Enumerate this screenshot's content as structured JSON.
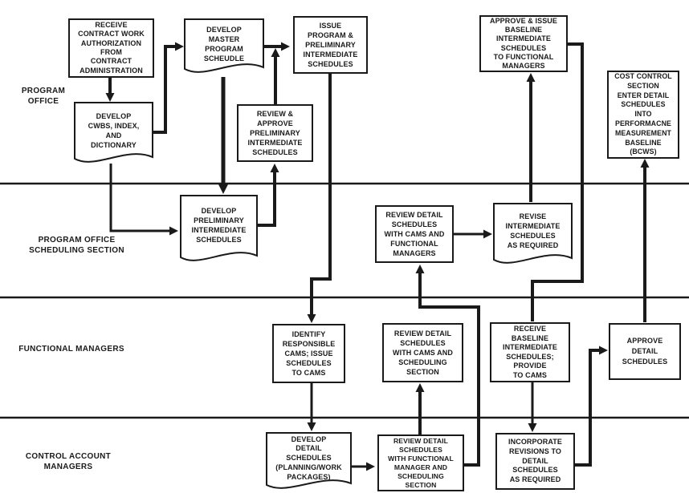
{
  "diagram": {
    "kind": "flowchart-swimlane",
    "line_color": "#1a1a1a",
    "background": "#ffffff",
    "lanes": [
      {
        "id": "program_office",
        "label": "PROGRAM\nOFFICE"
      },
      {
        "id": "program_office_scheduling",
        "label": "PROGRAM OFFICE\nSCHEDULING SECTION"
      },
      {
        "id": "functional_managers",
        "label": "FUNCTIONAL MANAGERS"
      },
      {
        "id": "control_account_managers",
        "label": "CONTROL ACCOUNT\nMANAGERS"
      }
    ],
    "nodes": {
      "receive_contract": {
        "shape": "rect",
        "lane": "program_office",
        "label": "RECEIVE\nCONTRACT WORK\nAUTHORIZATION\nFROM\nCONTRACT\nADMINISTRATION"
      },
      "develop_cwbs": {
        "shape": "document",
        "lane": "program_office",
        "label": "DEVELOP\nCWBS, INDEX,\nAND\nDICTIONARY"
      },
      "develop_master": {
        "shape": "document",
        "lane": "program_office",
        "label": "DEVELOP\nMASTER\nPROGRAM\nSCHEUDLE"
      },
      "issue_program": {
        "shape": "rect",
        "lane": "program_office",
        "label": "ISSUE\nPROGRAM &\nPRELIMINARY\nINTERMEDIATE\nSCHEDULES"
      },
      "review_approve_prelim": {
        "shape": "rect",
        "lane": "program_office",
        "label": "REVIEW &\nAPPROVE\nPRELIMINARY\nINTERMEDIATE\nSCHEDULES"
      },
      "approve_issue_baseline": {
        "shape": "rect",
        "lane": "program_office",
        "label": "APPROVE & ISSUE\nBASELINE\nINTERMEDIATE\nSCHEDULES\nTO FUNCTIONAL\nMANAGERS"
      },
      "cost_control": {
        "shape": "rect",
        "lane": "program_office",
        "label": "COST CONTROL\nSECTION\nENTER DETAIL\nSCHEDULES\nINTO\nPERFORMACNE\nMEASUREMENT\nBASELINE\n(BCWS)"
      },
      "develop_prelim_intermediate": {
        "shape": "document",
        "lane": "program_office_scheduling",
        "label": "DEVELOP\nPRELIMINARY\nINTERMEDIATE\nSCHEDULES"
      },
      "review_detail_cams_fm": {
        "shape": "rect",
        "lane": "program_office_scheduling",
        "label": "REVIEW DETAIL\nSCHEDULES\nWITH CAMS AND\nFUNCTIONAL\nMANAGERS"
      },
      "revise_intermediate": {
        "shape": "document",
        "lane": "program_office_scheduling",
        "label": "REVISE\nINTERMEDIATE\nSCHEDULES\nAS REQUIRED"
      },
      "identify_cams": {
        "shape": "rect",
        "lane": "functional_managers",
        "label": "IDENTIFY\nRESPONSIBLE\nCAMS; ISSUE\nSCHEDULES\nTO CAMS"
      },
      "review_detail_cams_sched": {
        "shape": "rect",
        "lane": "functional_managers",
        "label": "REVIEW DETAIL\nSCHEDULES\nWITH CAMS AND\nSCHEDULING\nSECTION"
      },
      "receive_baseline": {
        "shape": "rect",
        "lane": "functional_managers",
        "label": "RECEIVE\nBASELINE\nINTERMEDIATE\nSCHEDULES;\nPROVIDE\nTO CAMS"
      },
      "approve_detail": {
        "shape": "rect",
        "lane": "functional_managers",
        "label": "APPROVE\nDETAIL\nSCHEDULES"
      },
      "develop_detail": {
        "shape": "document",
        "lane": "control_account_managers",
        "label": "DEVELOP\nDETAIL\nSCHEDULES\n(PLANNING/WORK\nPACKAGES)"
      },
      "review_detail_fm_sched": {
        "shape": "rect",
        "lane": "control_account_managers",
        "label": "REVIEW DETAIL\nSCHEDULES\nWITH FUNCTIONAL\nMANAGER AND\nSCHEDULING\nSECTION"
      },
      "incorporate_revisions": {
        "shape": "rect",
        "lane": "control_account_managers",
        "label": "INCORPORATE\nREVISIONS TO\nDETAIL\nSCHEDULES\nAS REQUIRED"
      }
    },
    "edges": [
      {
        "from": "receive_contract",
        "to": "develop_cwbs",
        "arrow": true
      },
      {
        "from": "develop_cwbs",
        "to": "develop_master",
        "arrow": true
      },
      {
        "from": "develop_cwbs",
        "to": "develop_prelim_intermediate",
        "arrow": true
      },
      {
        "from": "develop_master",
        "to": "issue_program",
        "arrow": true
      },
      {
        "from": "develop_master",
        "to": "develop_prelim_intermediate",
        "arrow": true
      },
      {
        "from": "review_approve_prelim",
        "to": "issue_program",
        "arrow": true
      },
      {
        "from": "develop_prelim_intermediate",
        "to": "review_approve_prelim",
        "arrow": true
      },
      {
        "from": "issue_program",
        "to": "identify_cams",
        "arrow": true
      },
      {
        "from": "identify_cams",
        "to": "develop_detail",
        "arrow": true
      },
      {
        "from": "develop_detail",
        "to": "review_detail_fm_sched",
        "arrow": true
      },
      {
        "from": "review_detail_fm_sched",
        "to": "review_detail_cams_sched",
        "arrow": true
      },
      {
        "from": "review_detail_fm_sched",
        "to": "review_detail_cams_fm",
        "arrow": true
      },
      {
        "from": "review_detail_cams_fm",
        "to": "revise_intermediate",
        "arrow": true
      },
      {
        "from": "revise_intermediate",
        "to": "approve_issue_baseline",
        "arrow": true
      },
      {
        "from": "approve_issue_baseline",
        "to": "receive_baseline",
        "arrow": false
      },
      {
        "from": "receive_baseline",
        "to": "incorporate_revisions",
        "arrow": true
      },
      {
        "from": "incorporate_revisions",
        "to": "approve_detail",
        "arrow": true
      },
      {
        "from": "approve_detail",
        "to": "cost_control",
        "arrow": true
      }
    ]
  }
}
